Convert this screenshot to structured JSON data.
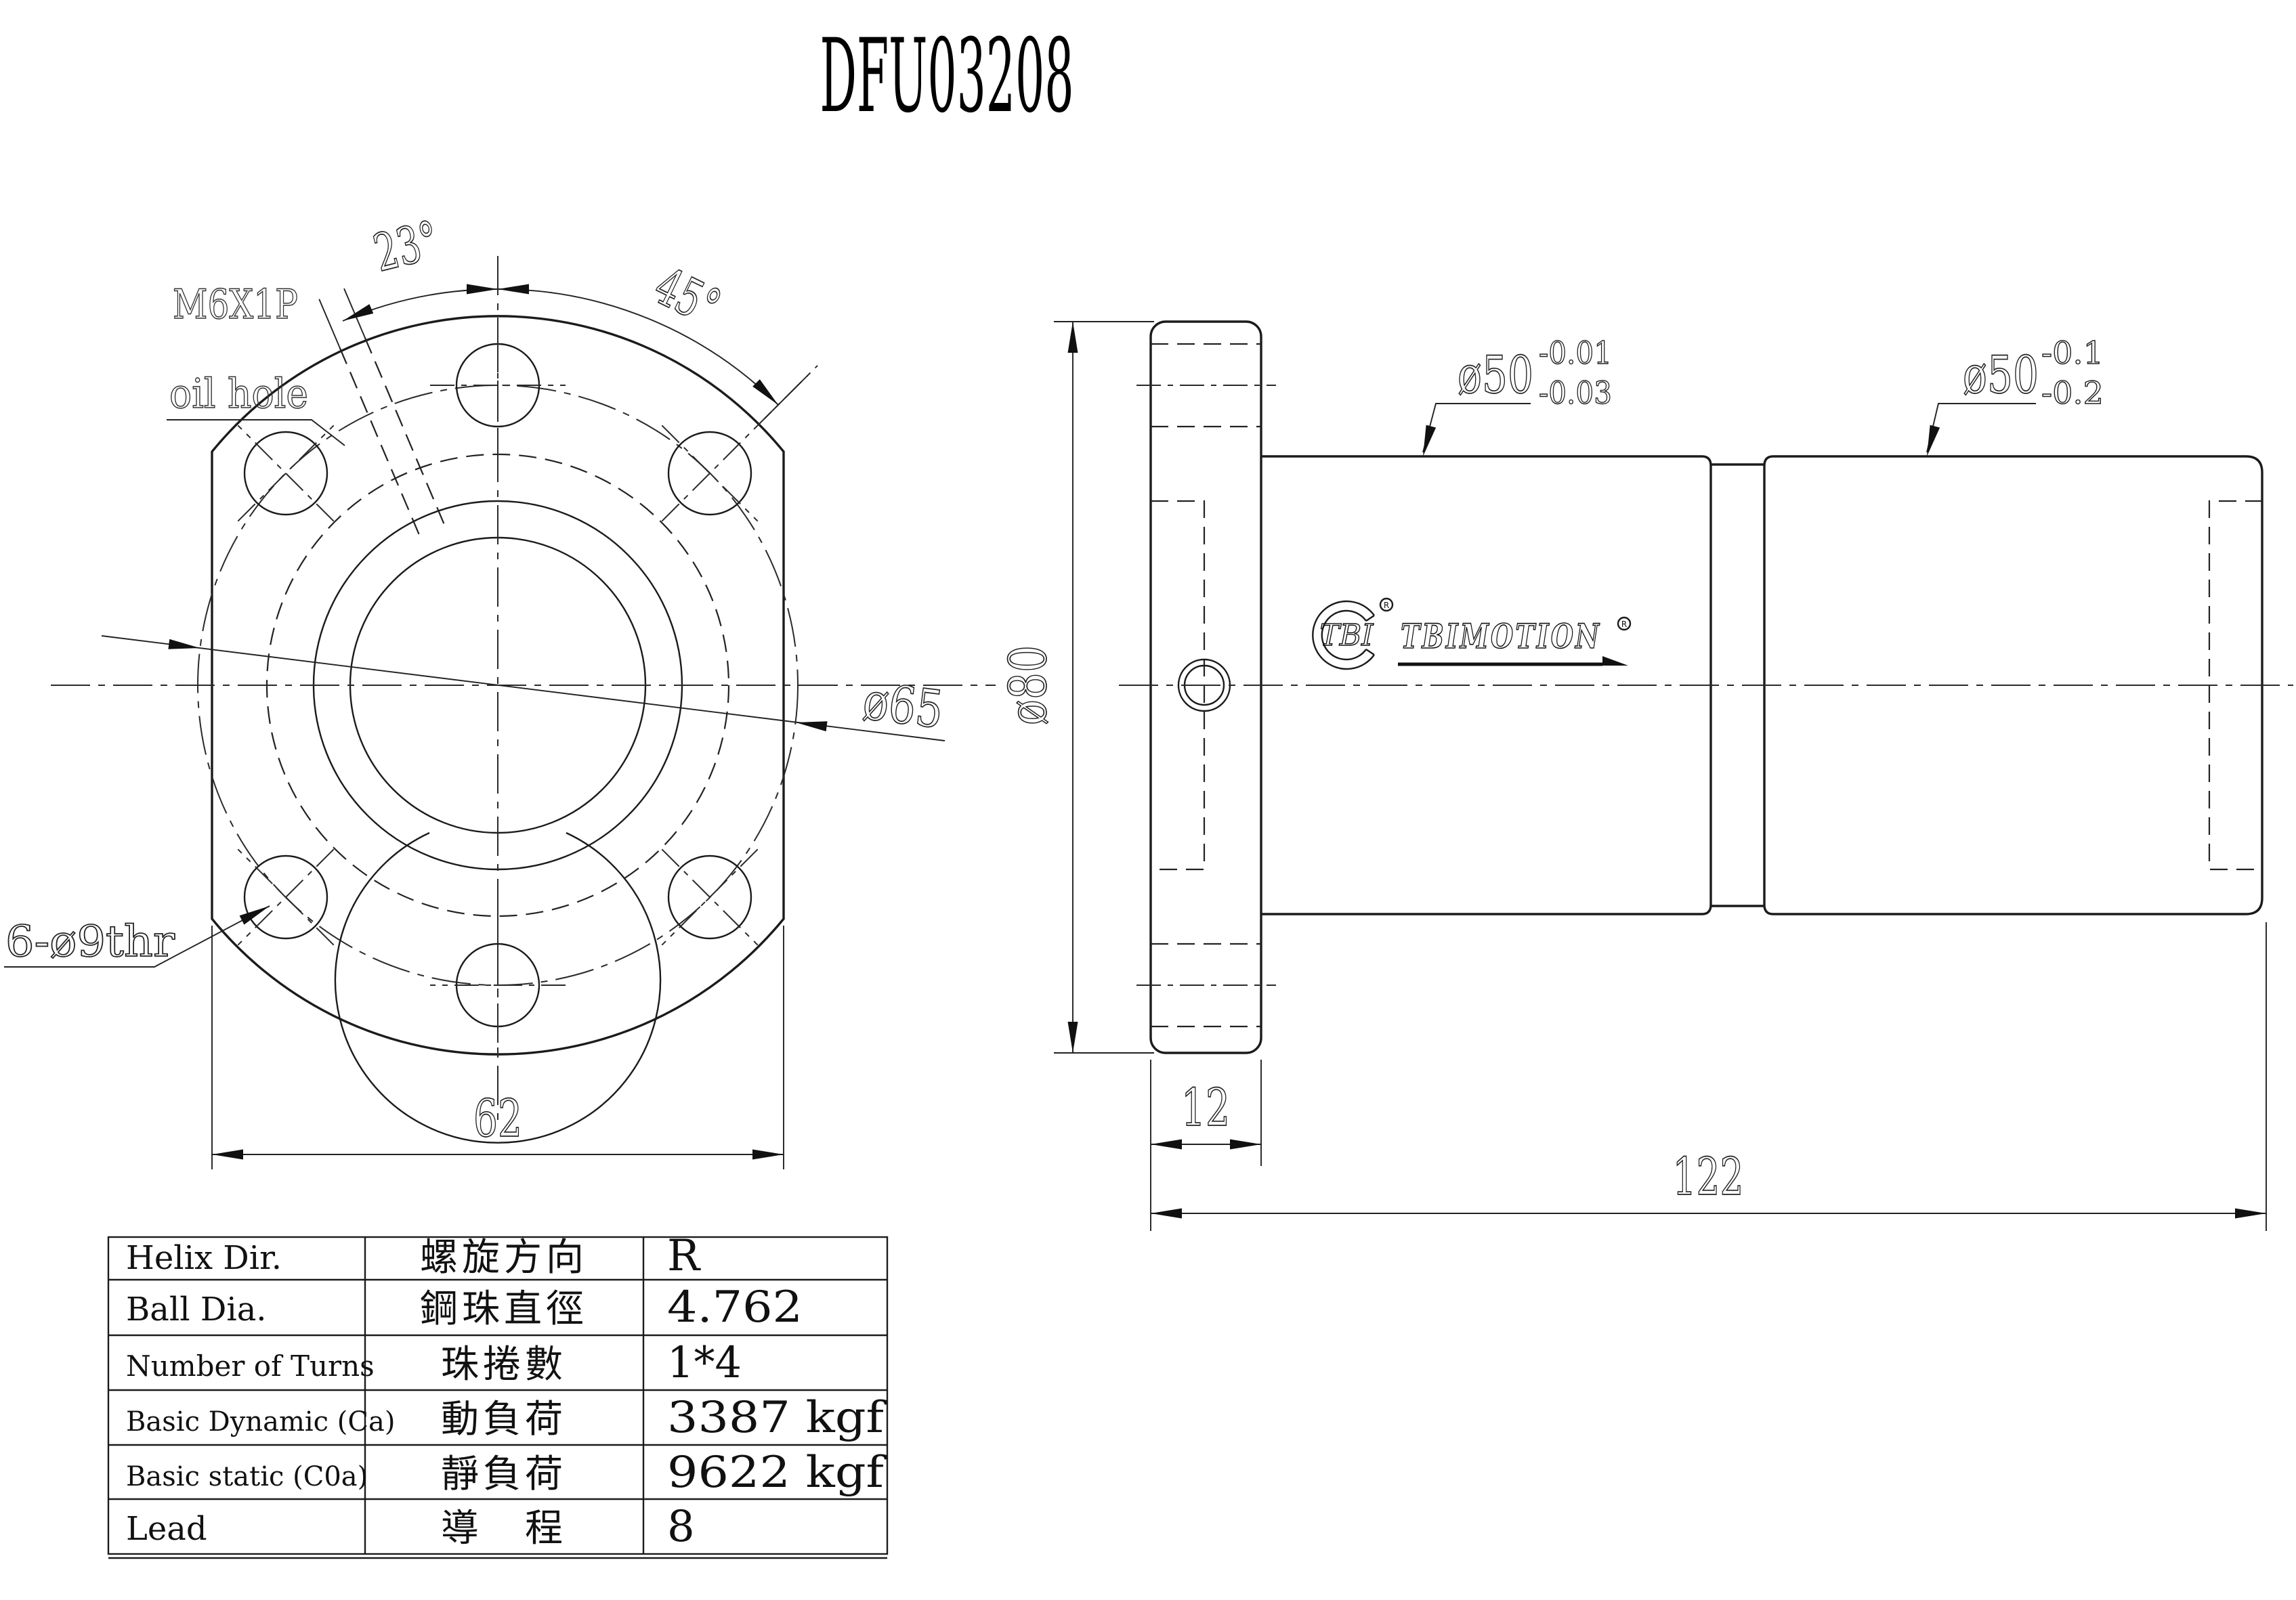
{
  "title": "DFU03208",
  "front_view": {
    "oil_hole_label_line1": "M6X1P",
    "oil_hole_label_line2": "oil hole",
    "oil_hole_angle": "23°",
    "bolt_angle": "45°",
    "bolt_circle_dia": "ø65",
    "bolt_holes": "6-ø9thr",
    "width_across_flats": "62"
  },
  "side_view": {
    "flange_dia": "ø80",
    "body_dia": "ø50",
    "body_dia_tol_upper": "-0.01",
    "body_dia_tol_lower": "-0.03",
    "end_dia": "ø50",
    "end_dia_tol_upper": "-0.1",
    "end_dia_tol_lower": "-0.2",
    "flange_thickness": "12",
    "total_length": "122"
  },
  "logo": {
    "badge": "TBI",
    "wordmark": "TBIMOTION",
    "registered": "®"
  },
  "spec_table": {
    "rows": [
      {
        "label_en": "Helix  Dir.",
        "label_zh": "螺旋方向",
        "value": "R"
      },
      {
        "label_en": "Ball Dia.",
        "label_zh": "鋼珠直徑",
        "value": "4.762"
      },
      {
        "label_en": "Number of Turns",
        "label_zh": "珠捲數",
        "value": "1*4"
      },
      {
        "label_en": "Basic Dynamic (Ca)",
        "label_zh": "動負荷",
        "value": "3387 kgf"
      },
      {
        "label_en": "Basic static (C0a)",
        "label_zh": "靜負荷",
        "value": "9622 kgf"
      },
      {
        "label_en": "Lead",
        "label_zh": "導　程",
        "value": "8"
      }
    ]
  }
}
